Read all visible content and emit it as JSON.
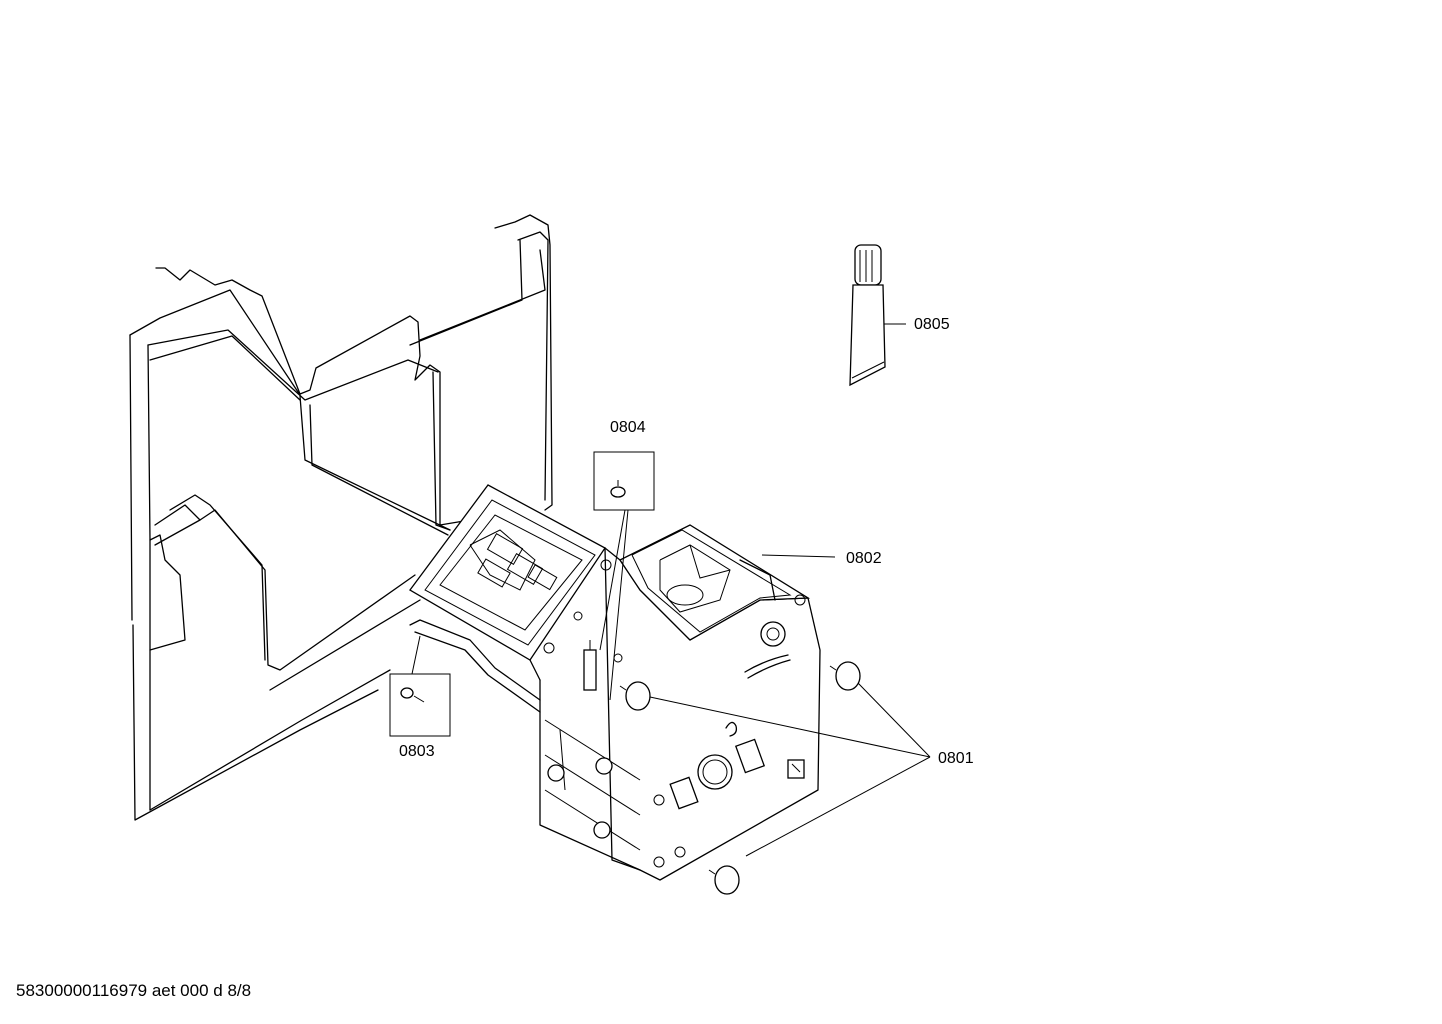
{
  "diagram": {
    "callouts": {
      "c0801": "0801",
      "c0802": "0802",
      "c0803": "0803",
      "c0804": "0804",
      "c0805": "0805"
    },
    "footer": "58300000116979 aet 000 d 8/8"
  }
}
